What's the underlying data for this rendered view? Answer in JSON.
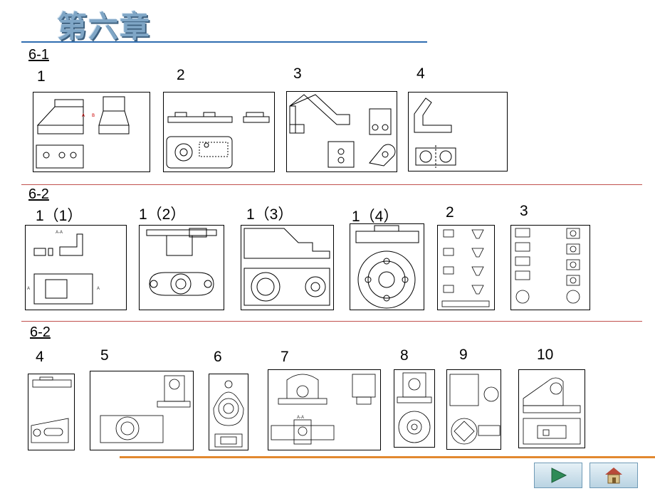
{
  "page_title": "第六章",
  "sections": {
    "s1": "6-1",
    "s2": "6-2",
    "s3": "6-2"
  },
  "row1": [
    "1",
    "2",
    "3",
    "4"
  ],
  "row2": [
    "1（1）",
    "1（2）",
    "1（3）",
    "1（4）",
    "2",
    "3"
  ],
  "row3": [
    "4",
    "5",
    "6",
    "7",
    "8",
    "9",
    "10"
  ],
  "thumb_annotations": {
    "r1_1_arrow_a": "A",
    "r1_1_arrow_b": "B",
    "r2_1_section": "A-A",
    "r2_1_left": "A",
    "r2_1_right": "A",
    "r3_4_section": "A-A"
  },
  "nav": {
    "next_icon": "play-arrow-icon",
    "home_icon": "home-icon"
  },
  "colors": {
    "title": "#7fa6c6",
    "title_rule": "#2f6db0",
    "section_rule": "#c0504d",
    "bottom_rule": "#e2882f",
    "nav_arrow": "#2e8b57",
    "home_icon": "#b84a3a"
  }
}
